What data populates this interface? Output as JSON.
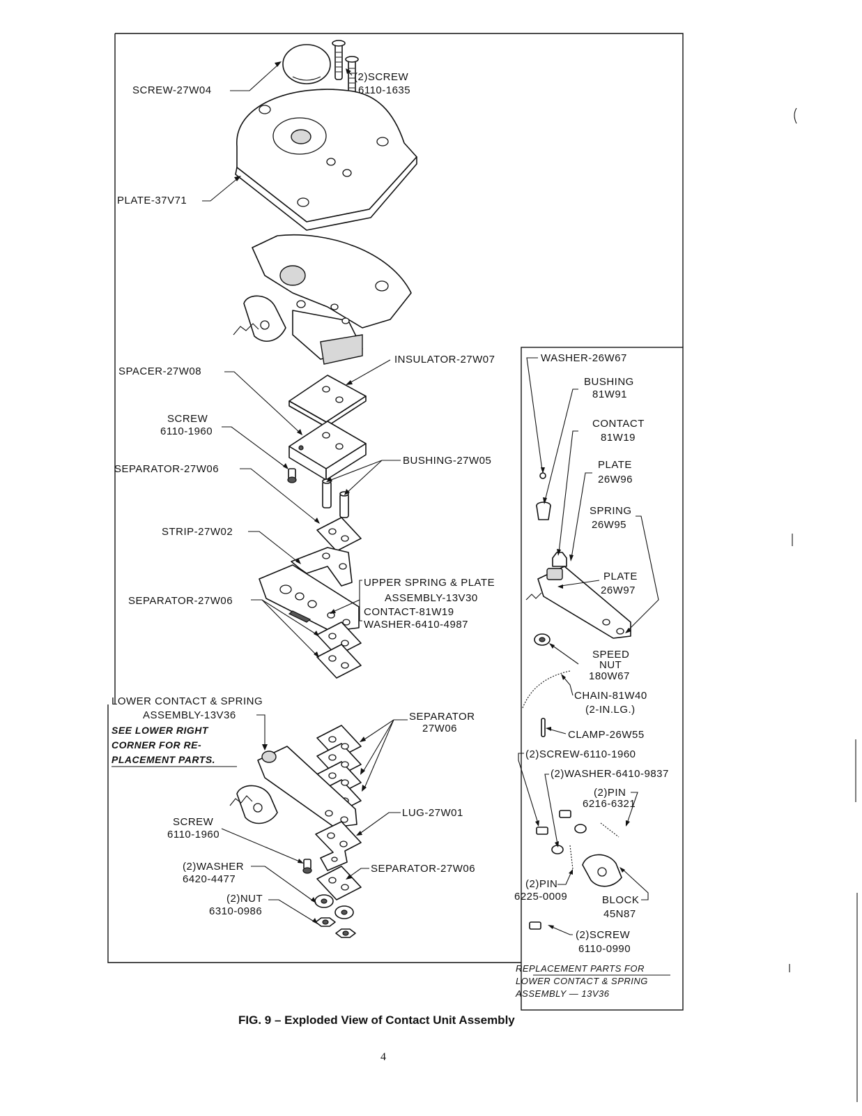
{
  "figure": {
    "caption": "FIG. 9 – Exploded View of Contact Unit Assembly",
    "page_number": "4"
  },
  "labels": {
    "screw_27w04": "SCREW-27W04",
    "screw_6110_1635_a": "(2)SCREW",
    "screw_6110_1635_b": "6110-1635",
    "plate_37v71": "PLATE-37V71",
    "insulator_27w07": "INSULATOR-27W07",
    "spacer_27w08": "SPACER-27W08",
    "screw_6110_1960_a": "SCREW",
    "screw_6110_1960_b": "6110-1960",
    "bushing_27w05": "BUSHING-27W05",
    "separator_27w06_top": "SEPARATOR-27W06",
    "strip_27w02": "STRIP-27W02",
    "upper_spring_a": "UPPER SPRING & PLATE",
    "upper_spring_b": "ASSEMBLY-13V30",
    "contact_81w19": "CONTACT-81W19",
    "washer_6410_4987": "WASHER-6410-4987",
    "separator_27w06_mid": "SEPARATOR-27W06",
    "lower_contact_a": "LOWER CONTACT & SPRING",
    "lower_contact_b": "ASSEMBLY-13V36",
    "see_lower_1": "SEE LOWER RIGHT",
    "see_lower_2": "CORNER FOR RE-",
    "see_lower_3": "PLACEMENT PARTS.",
    "separator_group_a": "SEPARATOR",
    "separator_group_b": "27W06",
    "lug_27w01": "LUG-27W01",
    "screw_lower_a": "SCREW",
    "screw_lower_b": "6110-1960",
    "separator_27w06_low": "SEPARATOR-27W06",
    "washer_6420_a": "(2)WASHER",
    "washer_6420_b": "6420-4477",
    "nut_6310_a": "(2)NUT",
    "nut_6310_b": "6310-0986"
  },
  "inset": {
    "washer_26w67": "WASHER-26W67",
    "bushing_a": "BUSHING",
    "bushing_b": "81W91",
    "contact_a": "CONTACT",
    "contact_b": "81W19",
    "plate96_a": "PLATE",
    "plate96_b": "26W96",
    "spring_a": "SPRING",
    "spring_b": "26W95",
    "plate97_a": "PLATE",
    "plate97_b": "26W97",
    "speed_a": "SPEED",
    "speed_b": "NUT",
    "speed_c": "180W67",
    "chain_a": "CHAIN-81W40",
    "chain_b": "(2-IN.LG.)",
    "clamp": "CLAMP-26W55",
    "screw_6110_1960": "(2)SCREW-6110-1960",
    "washer_6410_9837": "(2)WASHER-6410-9837",
    "pin_6216_a": "(2)PIN",
    "pin_6216_b": "6216-6321",
    "pin_6225_a": "(2)PIN",
    "pin_6225_b": "6225-0009",
    "block_a": "BLOCK",
    "block_b": "45N87",
    "screw_6110_0990_a": "(2)SCREW",
    "screw_6110_0990_b": "6110-0990",
    "note_1": "REPLACEMENT PARTS FOR",
    "note_2": "LOWER CONTACT & SPRING",
    "note_3": "ASSEMBLY — 13V36"
  }
}
